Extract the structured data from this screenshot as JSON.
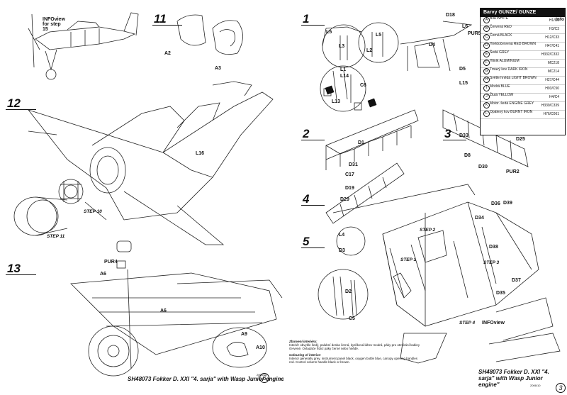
{
  "left_page": {
    "steps": [
      "11",
      "12",
      "13"
    ],
    "info_note": "INFOview for step 15",
    "labels": {
      "a2": "A2",
      "a3": "A3",
      "l16": "L16",
      "step10": "STEP 10",
      "step11": "STEP 11",
      "pur4": "PUR4",
      "a6a": "A6",
      "a6b": "A6",
      "a9": "A9",
      "a10": "A10"
    },
    "footer": "SH48073  Fokker D. XXI \"4. sarja\" with Wasp Junior engine\"",
    "footer_code": "2006/10",
    "page_number": "6"
  },
  "right_page": {
    "steps": [
      "1",
      "2",
      "3",
      "4",
      "5"
    ],
    "labels": {
      "d18": "D18",
      "l6": "L6",
      "pur5": "PUR5",
      "l5a": "L5",
      "l5b": "L5",
      "l3": "L3",
      "l2": "L2",
      "d4": "D4",
      "d5": "D5",
      "l15": "L15",
      "l1": "L1",
      "l14": "L14",
      "c6": "C6",
      "l13": "L13",
      "d1": "D1",
      "d31": "D31",
      "c17": "C17",
      "d19": "D19",
      "d29": "D29",
      "d33": "D33",
      "d25": "D25",
      "d8": "D8",
      "d30": "D30",
      "pur2": "PUR2",
      "d36": "D36",
      "d39": "D39",
      "d34": "D34",
      "d35": "D35",
      "d38": "D38",
      "l4": "L4",
      "d3": "D3",
      "d2": "D2",
      "c5": "C5",
      "d37": "D37",
      "infoview": "INFOview"
    },
    "step_labels": {
      "s2": "STEP 2",
      "s1": "STEP 1",
      "s3": "STEP 3",
      "s4": "STEP 4"
    },
    "colours": {
      "title": "Barvy GUNZE/ GUNZE",
      "info": "info",
      "rows": [
        {
          "n": "A",
          "name": "Bílá WHITE",
          "code": "H1/C1"
        },
        {
          "n": "B",
          "name": "Červená RED",
          "code": "H3/C3"
        },
        {
          "n": "C",
          "name": "Černá BLACK",
          "code": "H12/C33"
        },
        {
          "n": "D",
          "name": "Hnědočervená RED BROWN",
          "code": "H47/C41"
        },
        {
          "n": "E",
          "name": "Šedá GREY",
          "code": "H332/C332"
        },
        {
          "n": "F",
          "name": "Hliník ALUMINIUM",
          "code": "MC218"
        },
        {
          "n": "G",
          "name": "Tmavý kov DARK IRON",
          "code": "MC214"
        },
        {
          "n": "H",
          "name": "Světle hnědá LIGHT BROWN",
          "code": "H27/C44"
        },
        {
          "n": "I",
          "name": "Modrá BLUE",
          "code": "H93/C50"
        },
        {
          "n": "J",
          "name": "Žlutá YELLOW",
          "code": "H4/C4"
        },
        {
          "n": "K",
          "name": "Motor. šedá ENGINE GREY",
          "code": "H339/C339"
        },
        {
          "n": "L",
          "name": "Opálený kov BURNT IRON",
          "code": "H76/C061"
        }
      ]
    },
    "notes": {
      "title_cz": "Zbarvení interiéru:",
      "text_cz": "Interiér obvykle šedý, palubní deska černá, kyslíková láhev modrá, páky pro otevírání kabiny červené. Ovladače řídicí páky černé nebo hnědé.",
      "title_en": "Colouring of interior:",
      "text_en": "Interior generally grey, instrument panel black, oxygen bottle blue, canopy opening handles red. Control column handle black or brown."
    },
    "footer": "SH48073  Fokker D. XXI \"4. sarja\" with Wasp Junior engine\"",
    "footer_code": "2006/10",
    "page_number": "3"
  }
}
